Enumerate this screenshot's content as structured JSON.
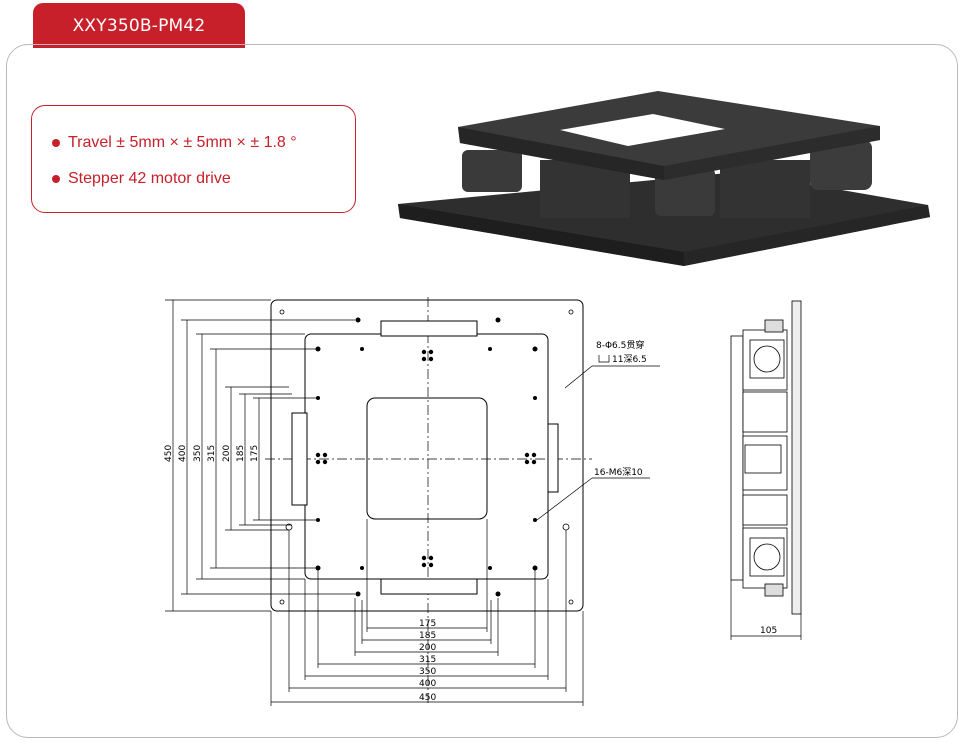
{
  "model": "XXY350B-PM42",
  "features": [
    "Travel ± 5mm × ± 5mm × ± 1.8 °",
    "Stepper 42 motor drive"
  ],
  "drawing": {
    "notes": {
      "thru_holes_1": "8-Φ6.5贯穿",
      "thru_holes_2": "11深6.5",
      "tapped": "16-M6深10"
    },
    "vertical_dims": [
      "450",
      "400",
      "350",
      "315",
      "200",
      "185",
      "175"
    ],
    "horizontal_dims": [
      "175",
      "185",
      "200",
      "315",
      "350",
      "400",
      "450"
    ],
    "side_width": "105"
  }
}
